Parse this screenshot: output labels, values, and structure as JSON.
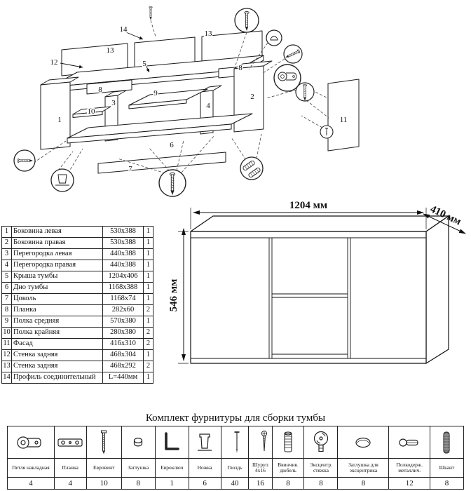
{
  "colors": {
    "line": "#1a1a1a",
    "background": "#ffffff"
  },
  "assembly_diagram": {
    "labels": {
      "n1": "1",
      "n2": "2",
      "n3": "3",
      "n4": "4",
      "n5": "5",
      "n6": "6",
      "n7": "7",
      "n8a": "8",
      "n8b": "8",
      "n9": "9",
      "n10": "10",
      "n11": "11",
      "n12": "12",
      "n13a": "13",
      "n13b": "13",
      "n14": "14"
    }
  },
  "parts_table": {
    "rows": [
      {
        "num": "1",
        "name": "Боковина левая",
        "size": "530x388",
        "qty": "1"
      },
      {
        "num": "2",
        "name": "Боковина правая",
        "size": "530x388",
        "qty": "1"
      },
      {
        "num": "3",
        "name": "Перегородка левая",
        "size": "440x388",
        "qty": "1"
      },
      {
        "num": "4",
        "name": "Перегородка правая",
        "size": "440x388",
        "qty": "1"
      },
      {
        "num": "5",
        "name": "Крыша тумбы",
        "size": "1204x406",
        "qty": "1"
      },
      {
        "num": "6",
        "name": "Дно тумбы",
        "size": "1168x388",
        "qty": "1"
      },
      {
        "num": "7",
        "name": "Цоколь",
        "size": "1168x74",
        "qty": "1"
      },
      {
        "num": "8",
        "name": "Планка",
        "size": "282x60",
        "qty": "2"
      },
      {
        "num": "9",
        "name": "Полка средняя",
        "size": "570x380",
        "qty": "1"
      },
      {
        "num": "10",
        "name": "Полка крайняя",
        "size": "280x380",
        "qty": "2"
      },
      {
        "num": "11",
        "name": "Фасад",
        "size": "416x310",
        "qty": "2"
      },
      {
        "num": "12",
        "name": "Стенка задняя",
        "size": "468x304",
        "qty": "1"
      },
      {
        "num": "13",
        "name": "Стенка задняя",
        "size": "468x292",
        "qty": "2"
      },
      {
        "num": "14",
        "name": "Профиль соединительный",
        "size": "L=440мм",
        "qty": "1"
      }
    ]
  },
  "dimensions": {
    "width": "1204 мм",
    "depth": "410 мм",
    "height": "546 мм"
  },
  "hardware": {
    "title": "Комплект фурнитуры для сборки тумбы",
    "items": [
      {
        "name": "Петля накладная",
        "qty": "4",
        "icon": "hinge-icon"
      },
      {
        "name": "Планка",
        "qty": "4",
        "icon": "mounting-plate-icon"
      },
      {
        "name": "Евровинт",
        "qty": "10",
        "icon": "confirmat-screw-icon"
      },
      {
        "name": "Заглушка",
        "qty": "8",
        "icon": "cap-icon"
      },
      {
        "name": "Евроключ",
        "qty": "1",
        "icon": "hex-key-icon"
      },
      {
        "name": "Ножка",
        "qty": "6",
        "icon": "furniture-leg-icon"
      },
      {
        "name": "Гвоздь",
        "qty": "40",
        "icon": "nail-icon"
      },
      {
        "name": "Шуруп 4x16",
        "qty": "16",
        "icon": "screw-icon"
      },
      {
        "name": "Ввинчив. дюбель",
        "qty": "8",
        "icon": "screw-in-dowel-icon"
      },
      {
        "name": "Эксцентр. стяжка",
        "qty": "8",
        "icon": "cam-lock-icon"
      },
      {
        "name": "Заглушка для эксцентрика",
        "qty": "8",
        "icon": "cam-cap-icon"
      },
      {
        "name": "Полкодерж. металлич.",
        "qty": "12",
        "icon": "shelf-support-icon"
      },
      {
        "name": "Шкант",
        "qty": "8",
        "icon": "wooden-dowel-icon"
      }
    ]
  }
}
